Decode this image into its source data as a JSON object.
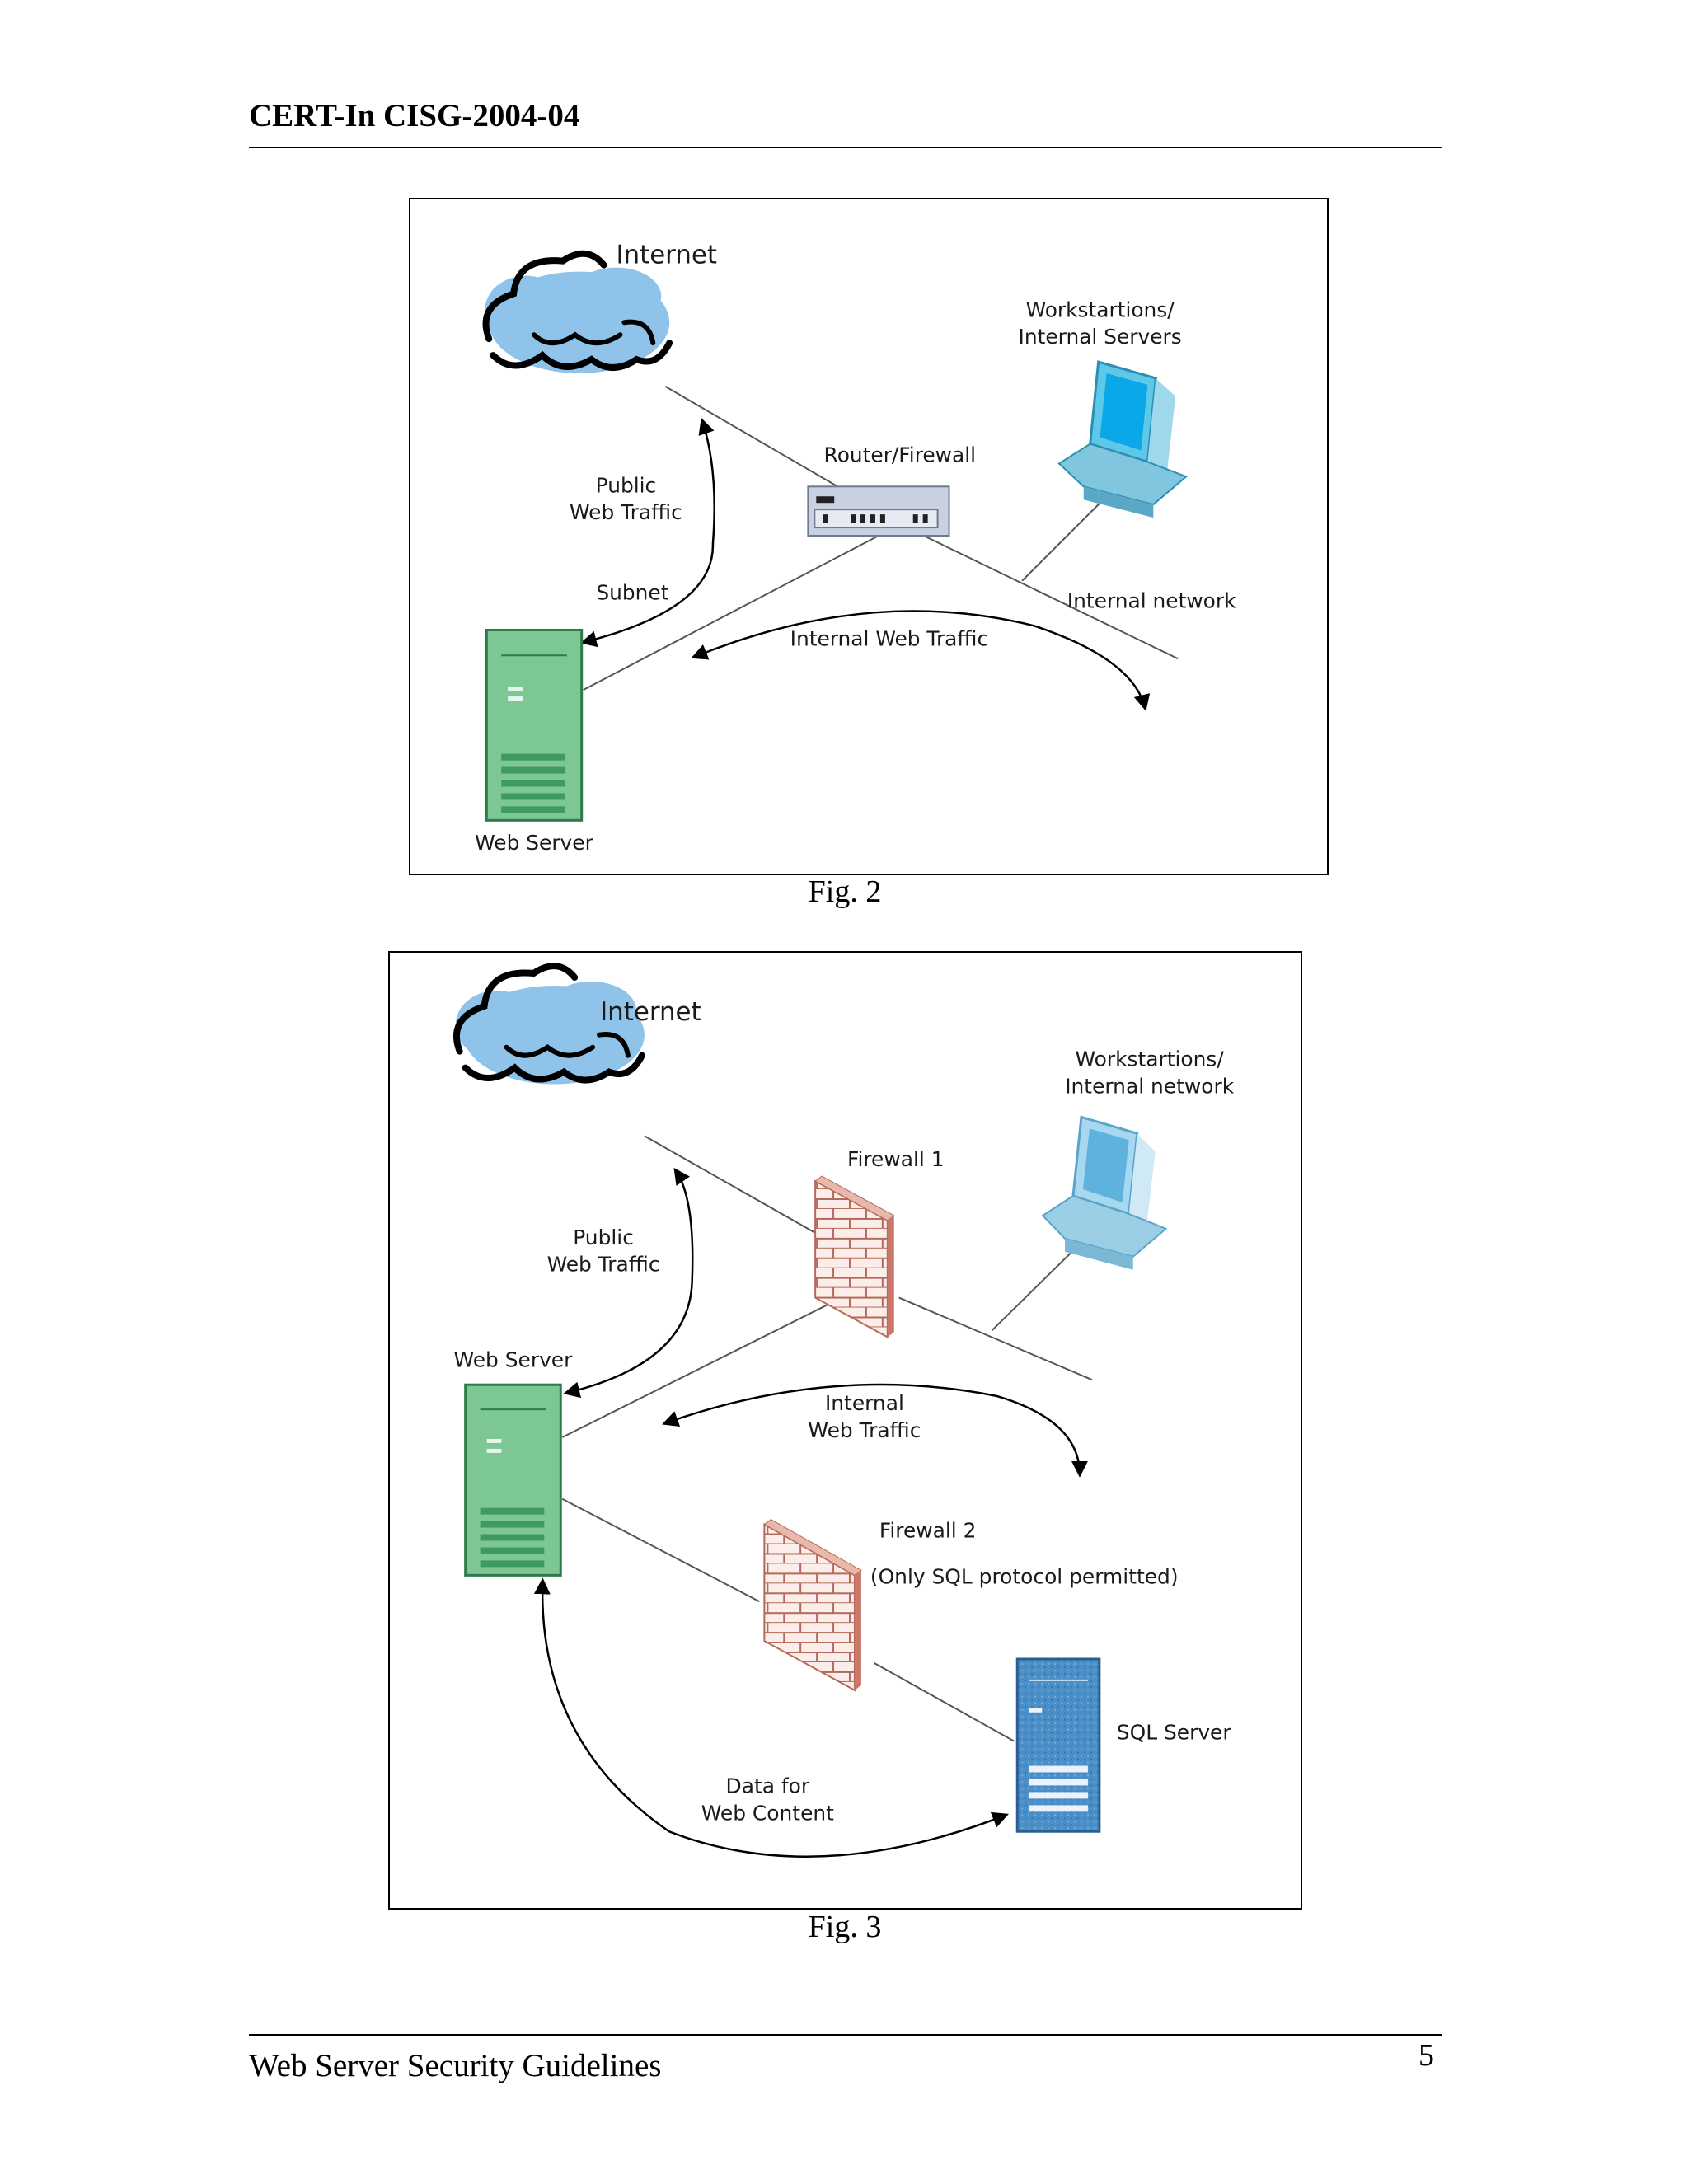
{
  "header": {
    "title": "CERT-In CISG-2004-04"
  },
  "figure2": {
    "caption": "Fig. 2",
    "labels": {
      "internet": "Internet",
      "workstations_line1": "Workstartions/",
      "workstations_line2": "Internal Servers",
      "router_firewall": "Router/Firewall",
      "public_line1": "Public",
      "public_line2": "Web Traffic",
      "subnet": "Subnet",
      "internal_network": "Internal network",
      "internal_web_traffic": "Internal Web Traffic",
      "web_server": "Web Server"
    }
  },
  "figure3": {
    "caption": "Fig. 3",
    "labels": {
      "internet": "Internet",
      "workstations_line1": "Workstartions/",
      "workstations_line2": "Internal network",
      "firewall1": "Firewall 1",
      "public_line1": "Public",
      "public_line2": "Web Traffic",
      "web_server": "Web Server",
      "internal_line1": "Internal",
      "internal_line2": "Web Traffic",
      "firewall2": "Firewall 2",
      "sql_note": "(Only SQL protocol permitted)",
      "sql_server": "SQL Server",
      "data_line1": "Data for",
      "data_line2": "Web Content"
    }
  },
  "footer": {
    "title": "Web Server Security Guidelines",
    "page_number": "5"
  }
}
